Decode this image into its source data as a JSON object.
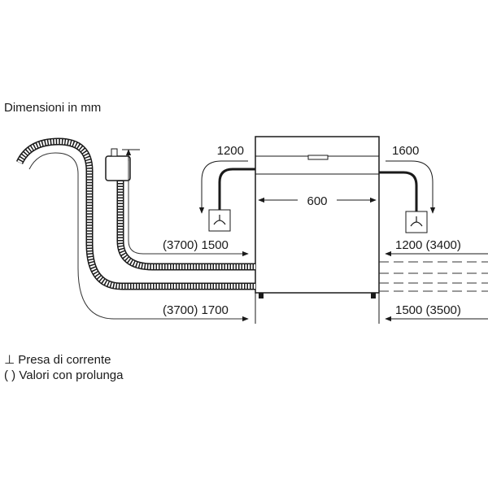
{
  "title": "Dimensioni in mm",
  "dimensions": {
    "width": "600",
    "left_socket_reach": "1200",
    "right_socket_reach": "1600",
    "drain_hose_left": "(3700) 1500",
    "water_hose_left": "(3700) 1700",
    "drain_hose_right": "1200 (3400)",
    "water_hose_right": "1500 (3500)"
  },
  "legend": {
    "socket_symbol": "⊥",
    "socket_label": "Presa di corrente",
    "extension_symbol": "( )",
    "extension_label": "Valori con prolunga"
  },
  "colors": {
    "line": "#1a1a1a",
    "thin": "#333333"
  }
}
